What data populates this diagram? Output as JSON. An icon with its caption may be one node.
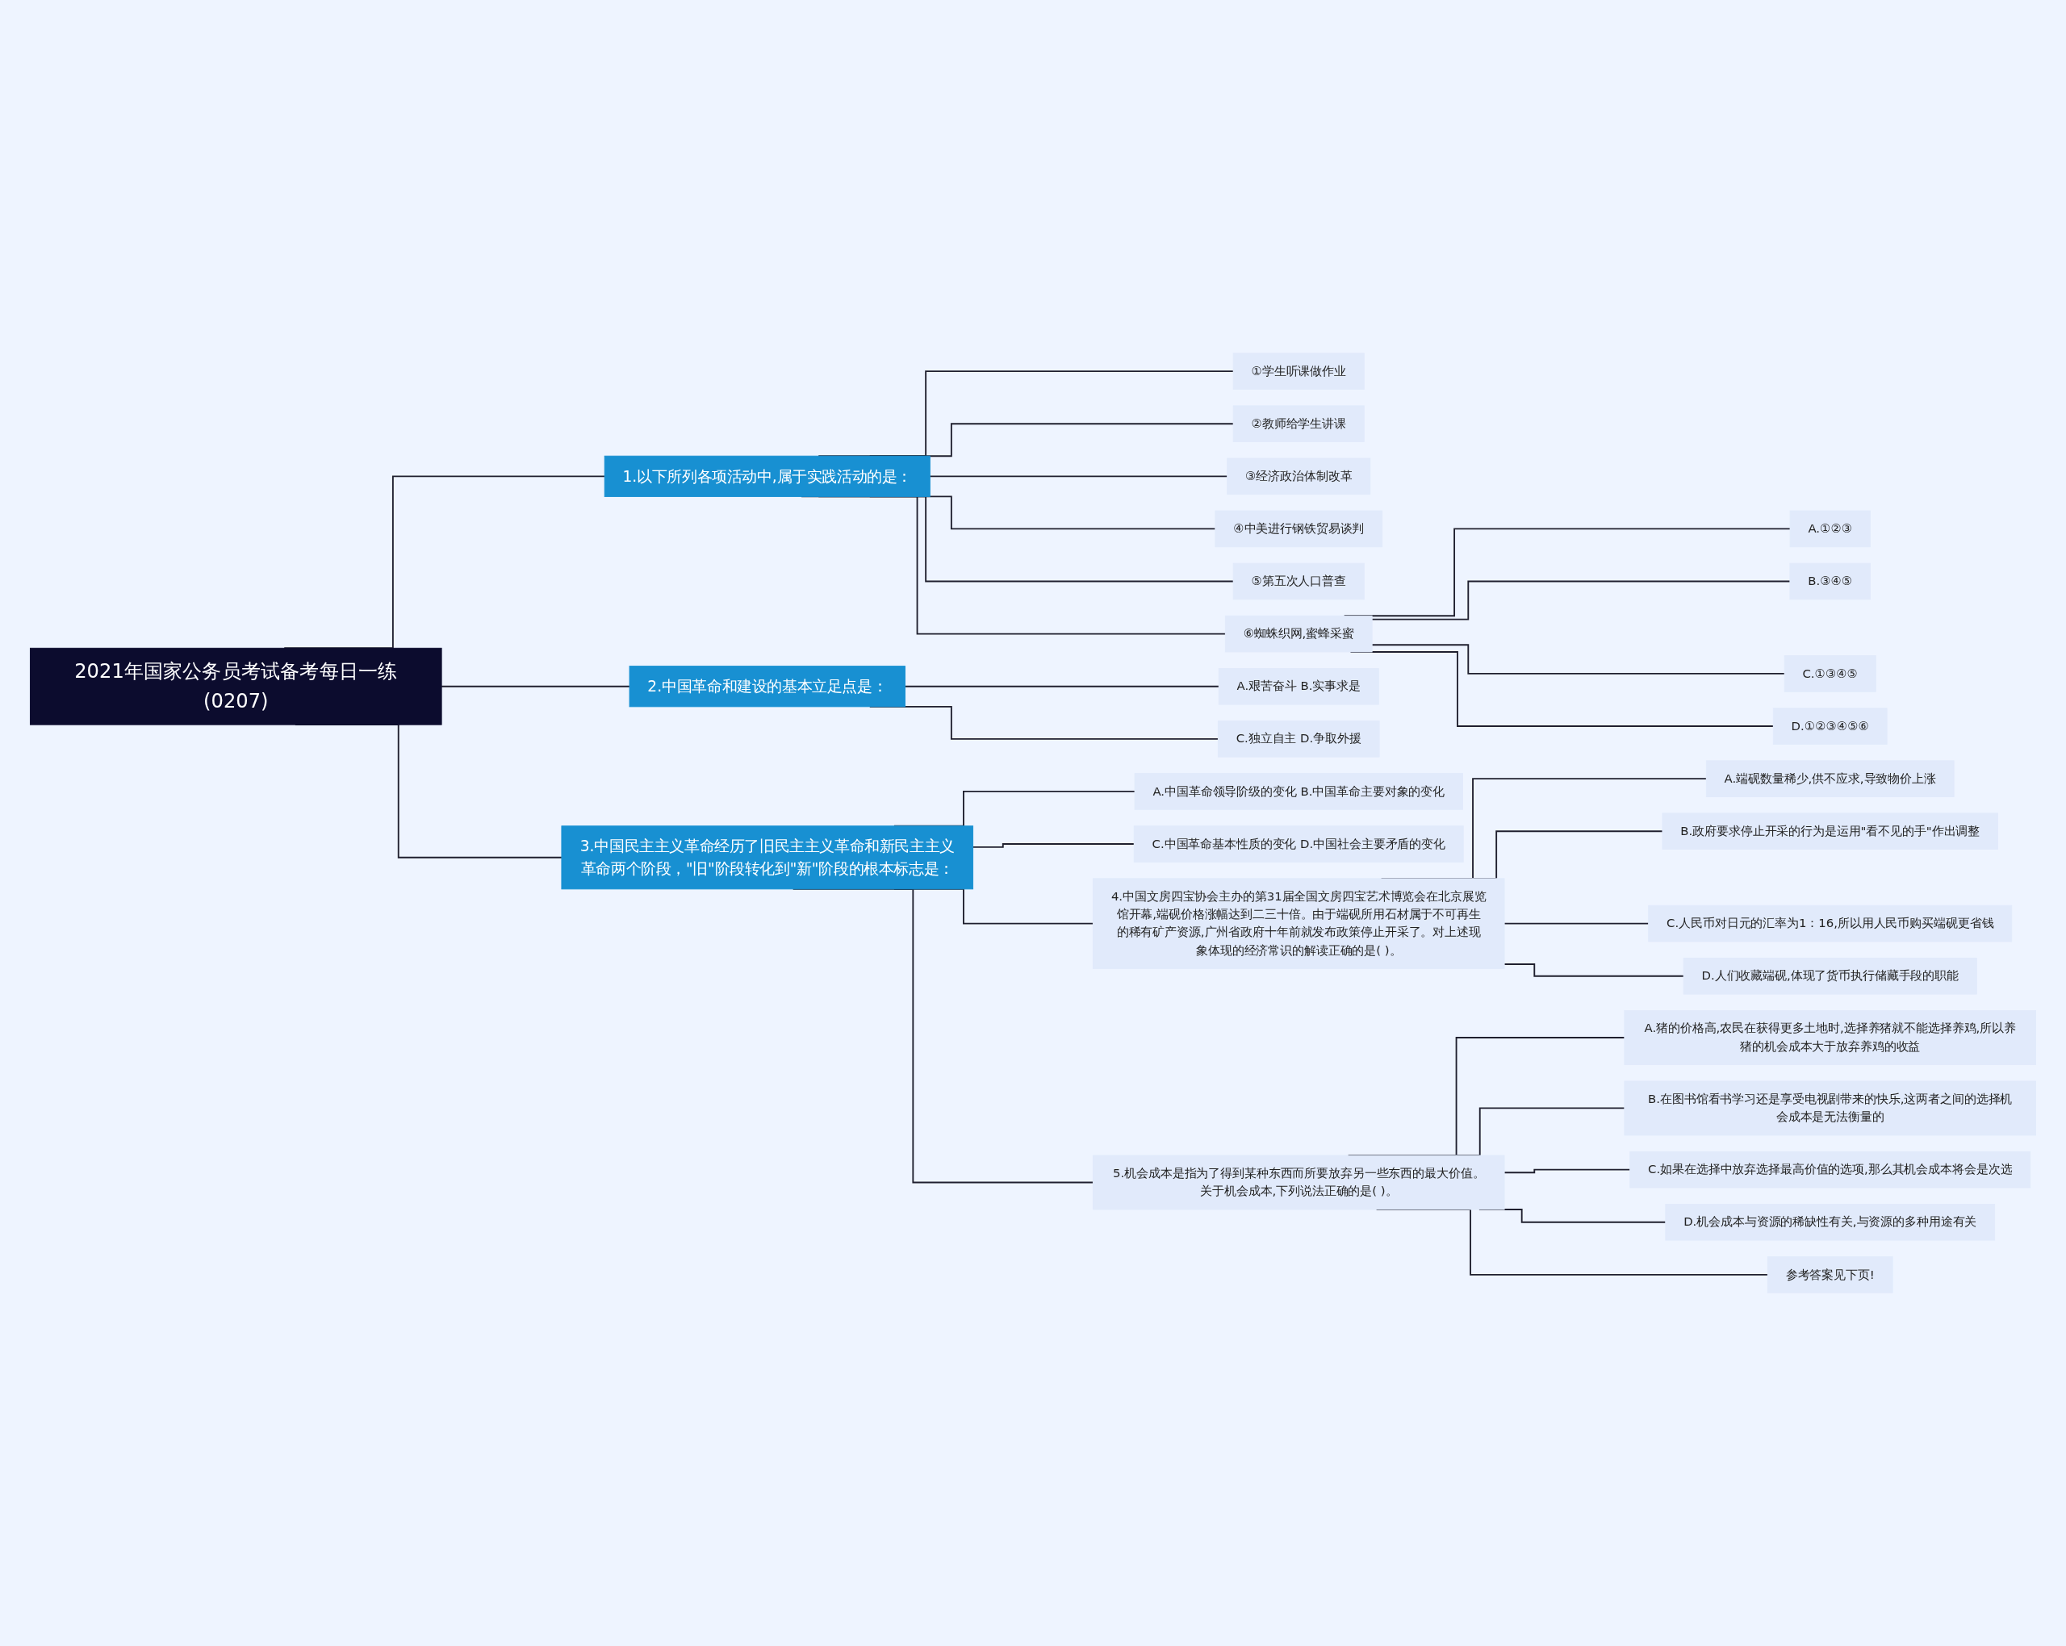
{
  "diagram": {
    "nodes": [
      {
        "text": [
          "2021年国家公务员考试备考每日一练(0207)"
        ]
      },
      {
        "text": [
          "1.以下所列各项活动中,属于实践活动的是："
        ]
      },
      {
        "text": [
          "①学生听课做作业"
        ]
      },
      {
        "text": [
          "②教师给学生讲课"
        ]
      },
      {
        "text": [
          "③经济政治体制改革"
        ]
      },
      {
        "text": [
          "④中美进行钢铁贸易谈判"
        ]
      },
      {
        "text": [
          "⑤第五次人口普查"
        ]
      },
      {
        "text": [
          "⑥蜘蛛织网,蜜蜂采蜜"
        ]
      },
      {
        "text": [
          "A.①②③"
        ]
      },
      {
        "text": [
          "B.③④⑤"
        ]
      },
      {
        "text": [
          "C.①③④⑤"
        ]
      },
      {
        "text": [
          "D.①②③④⑤⑥"
        ]
      },
      {
        "text": [
          "2.中国革命和建设的基本立足点是："
        ]
      },
      {
        "text": [
          "A.艰苦奋斗 B.实事求是"
        ]
      },
      {
        "text": [
          "C.独立自主 D.争取外援"
        ]
      },
      {
        "text": [
          "3.中国民主主义革命经历了旧民主主义革命和新民主主义革命两个阶段，\"旧\"阶段转化到\"新\"阶段的根本标志是："
        ]
      },
      {
        "text": [
          "A.中国革命领导阶级的变化 B.中国革命主要对象的变化"
        ]
      },
      {
        "text": [
          "C.中国革命基本性质的变化 D.中国社会主要矛盾的变化"
        ]
      },
      {
        "text": [
          "4.中国文房四宝协会主办的第31届全国文房四宝艺术博览会在北京展览馆开幕,端砚价格涨幅达到二三十倍。由于端砚所用石材属于不可再生的稀有矿产资源,广州省政府十年前就发布政策停止开采了。对上述现象体现的经济常识的解读正确的是( )。"
        ]
      },
      {
        "text": [
          "A.端砚数量稀少,供不应求,导致物价上涨"
        ]
      },
      {
        "text": [
          "B.政府要求停止开采的行为是运用\"看不见的手\"作出调整"
        ]
      },
      {
        "text": [
          "C.人民币对日元的汇率为1：16,所以用人民币购买端砚更省钱"
        ]
      },
      {
        "text": [
          "D.人们收藏端砚,体现了货币执行储藏手段的职能"
        ]
      },
      {
        "text": [
          "5.机会成本是指为了得到某种东西而所要放弃另一些东西的最大价值。关于机会成本,下列说法正确的是( )。"
        ]
      },
      {
        "text": [
          "A.猪的价格高,农民在获得更多土地时,选择养猪就不能选择养鸡,所以养猪的机会成本大于放弃养鸡的收益"
        ]
      },
      {
        "text": [
          "B.在图书馆看书学习还是享受电视剧带来的快乐,这两者之间的选择机会成本是无法衡量的"
        ]
      },
      {
        "text": [
          "C.如果在选择中放弃选择最高价值的选项,那么其机会成本将会是次选"
        ]
      },
      {
        "text": [
          "D.机会成本与资源的稀缺性有关,与资源的多种用途有关"
        ]
      },
      {
        "text": [
          "参考答案见下页!"
        ]
      }
    ],
    "edges": [
      {
        "from": 0,
        "to": 1,
        "arrow": "none"
      },
      {
        "from": 1,
        "to": 2,
        "arrow": "none"
      },
      {
        "from": 1,
        "to": 3,
        "arrow": "none"
      },
      {
        "from": 1,
        "to": 4,
        "arrow": "none"
      },
      {
        "from": 1,
        "to": 5,
        "arrow": "none"
      },
      {
        "from": 1,
        "to": 6,
        "arrow": "none"
      },
      {
        "from": 1,
        "to": 7,
        "arrow": "none"
      },
      {
        "from": 7,
        "to": 8,
        "arrow": "none"
      },
      {
        "from": 7,
        "to": 9,
        "arrow": "none"
      },
      {
        "from": 7,
        "to": 10,
        "arrow": "none"
      },
      {
        "from": 7,
        "to": 11,
        "arrow": "none"
      },
      {
        "from": 0,
        "to": 12,
        "arrow": "none"
      },
      {
        "from": 12,
        "to": 13,
        "arrow": "none"
      },
      {
        "from": 12,
        "to": 14,
        "arrow": "none"
      },
      {
        "from": 0,
        "to": 15,
        "arrow": "none"
      },
      {
        "from": 15,
        "to": 16,
        "arrow": "none"
      },
      {
        "from": 15,
        "to": 17,
        "arrow": "none"
      },
      {
        "from": 15,
        "to": 18,
        "arrow": "none"
      },
      {
        "from": 18,
        "to": 19,
        "arrow": "none"
      },
      {
        "from": 18,
        "to": 20,
        "arrow": "none"
      },
      {
        "from": 18,
        "to": 21,
        "arrow": "none"
      },
      {
        "from": 18,
        "to": 22,
        "arrow": "none"
      },
      {
        "from": 15,
        "to": 23,
        "arrow": "none"
      },
      {
        "from": 23,
        "to": 24,
        "arrow": "none"
      },
      {
        "from": 23,
        "to": 25,
        "arrow": "none"
      },
      {
        "from": 23,
        "to": 26,
        "arrow": "none"
      },
      {
        "from": 23,
        "to": 27,
        "arrow": "none"
      },
      {
        "from": 23,
        "to": 28,
        "arrow": "none"
      }
    ]
  }
}
